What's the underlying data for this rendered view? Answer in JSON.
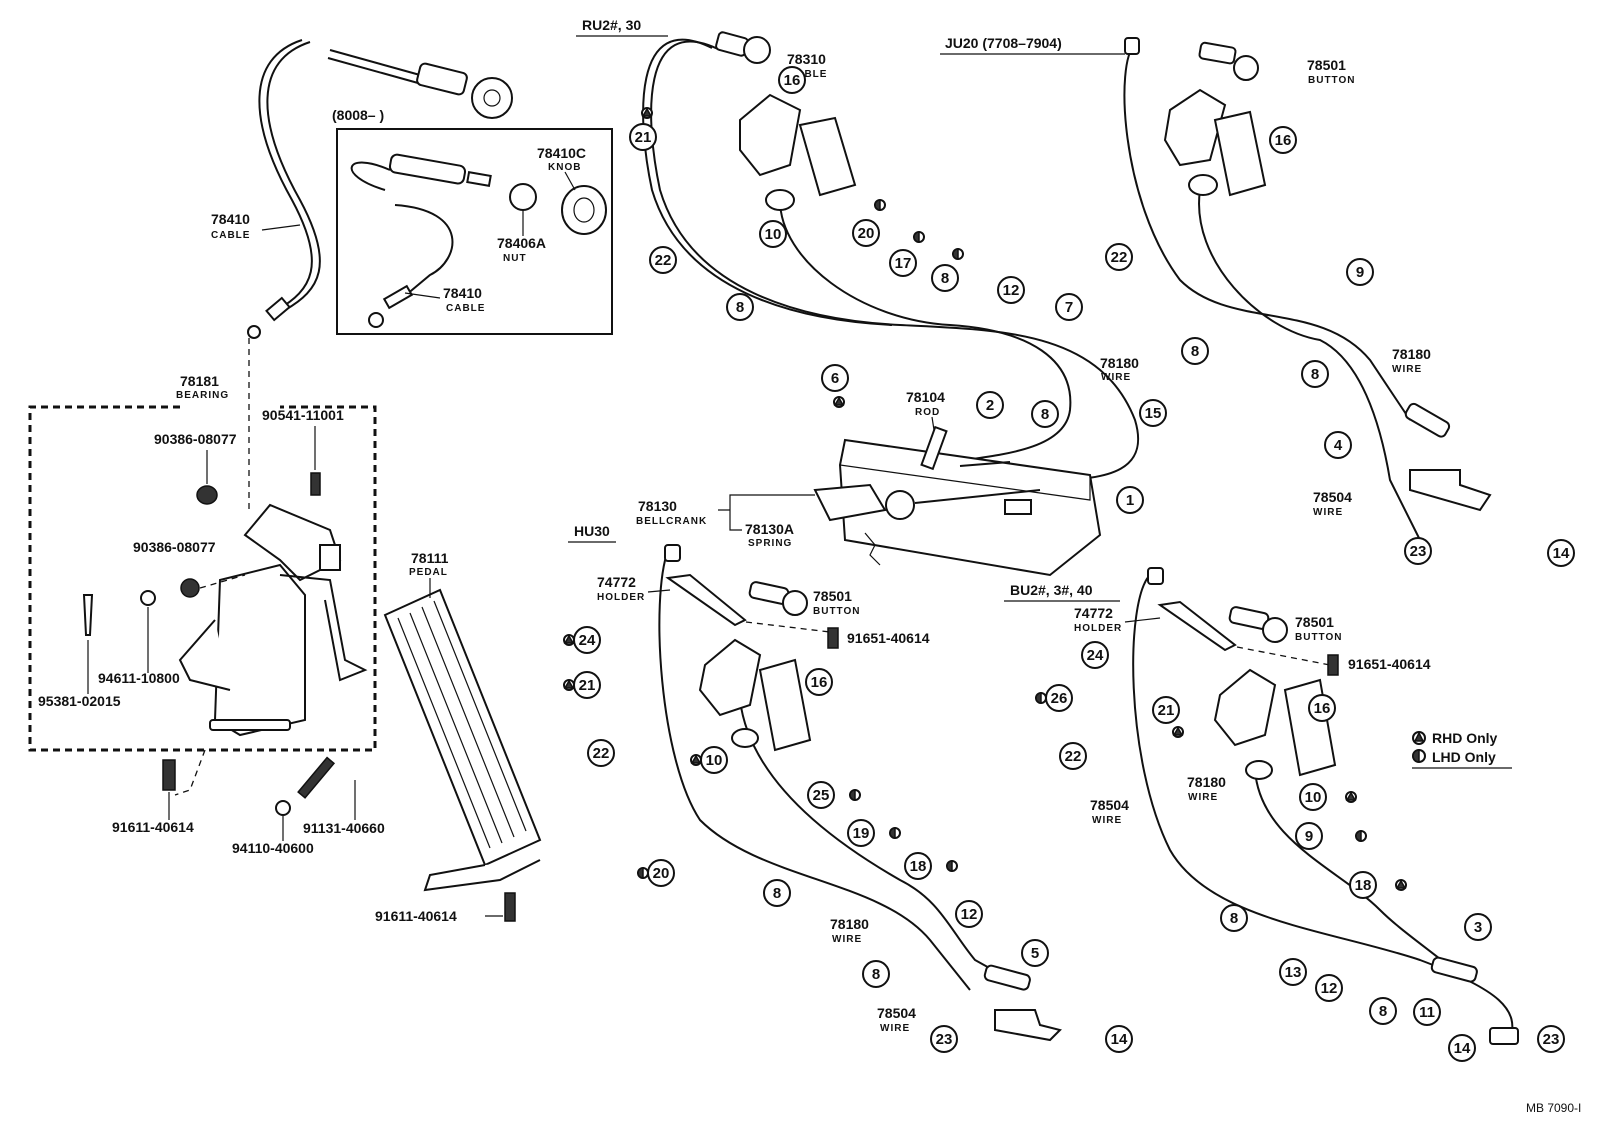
{
  "variants": {
    "ru2": "RU2#, 30",
    "ju20": "JU20 (7708–7904)",
    "hu30": "HU30",
    "bu2": "BU2#, 3#, 40",
    "inset": "(8008–        )"
  },
  "parts": {
    "p78310": {
      "num": "78310",
      "desc": "CABLE"
    },
    "p78501a": {
      "num": "78501",
      "desc": "BUTTON"
    },
    "p78410": {
      "num": "78410",
      "desc": "CABLE"
    },
    "p78410c": {
      "num": "78410C",
      "desc": "KNOB"
    },
    "p78406a": {
      "num": "78406A",
      "desc": "NUT"
    },
    "p78410b": {
      "num": "78410",
      "desc": "CABLE"
    },
    "p78181": {
      "num": "78181",
      "desc": "BEARING"
    },
    "p78180a": {
      "num": "78180",
      "desc": "WIRE"
    },
    "p78104": {
      "num": "78104",
      "desc": "ROD"
    },
    "p78180b": {
      "num": "78180",
      "desc": "WIRE"
    },
    "p78504a": {
      "num": "78504",
      "desc": "WIRE"
    },
    "p78130": {
      "num": "78130",
      "desc": "BELLCRANK"
    },
    "p78130a": {
      "num": "78130A",
      "desc": "SPRING"
    },
    "p78111": {
      "num": "78111",
      "desc": "PEDAL"
    },
    "p74772a": {
      "num": "74772",
      "desc": "HOLDER"
    },
    "p78501b": {
      "num": "78501",
      "desc": "BUTTON"
    },
    "p74772b": {
      "num": "74772",
      "desc": "HOLDER"
    },
    "p78501c": {
      "num": "78501",
      "desc": "BUTTON"
    },
    "p78180c": {
      "num": "78180",
      "desc": "WIRE"
    },
    "p78504b": {
      "num": "78504",
      "desc": "WIRE"
    },
    "p78180d": {
      "num": "78180",
      "desc": "WIRE"
    },
    "p78504c": {
      "num": "78504",
      "desc": "WIRE"
    }
  },
  "hardware": {
    "h1": "90386-08077",
    "h2": "90541-11001",
    "h3": "90386-08077",
    "h4": "94611-10800",
    "h5": "95381-02015",
    "h6": "91611-40614",
    "h7": "94110-40600",
    "h8": "91131-40660",
    "h9": "91611-40614",
    "h10": "91651-40614",
    "h11": "91651-40614"
  },
  "legend": {
    "rhd": "RHD Only",
    "lhd": "LHD Only"
  },
  "footer": "MB 7090-I"
}
